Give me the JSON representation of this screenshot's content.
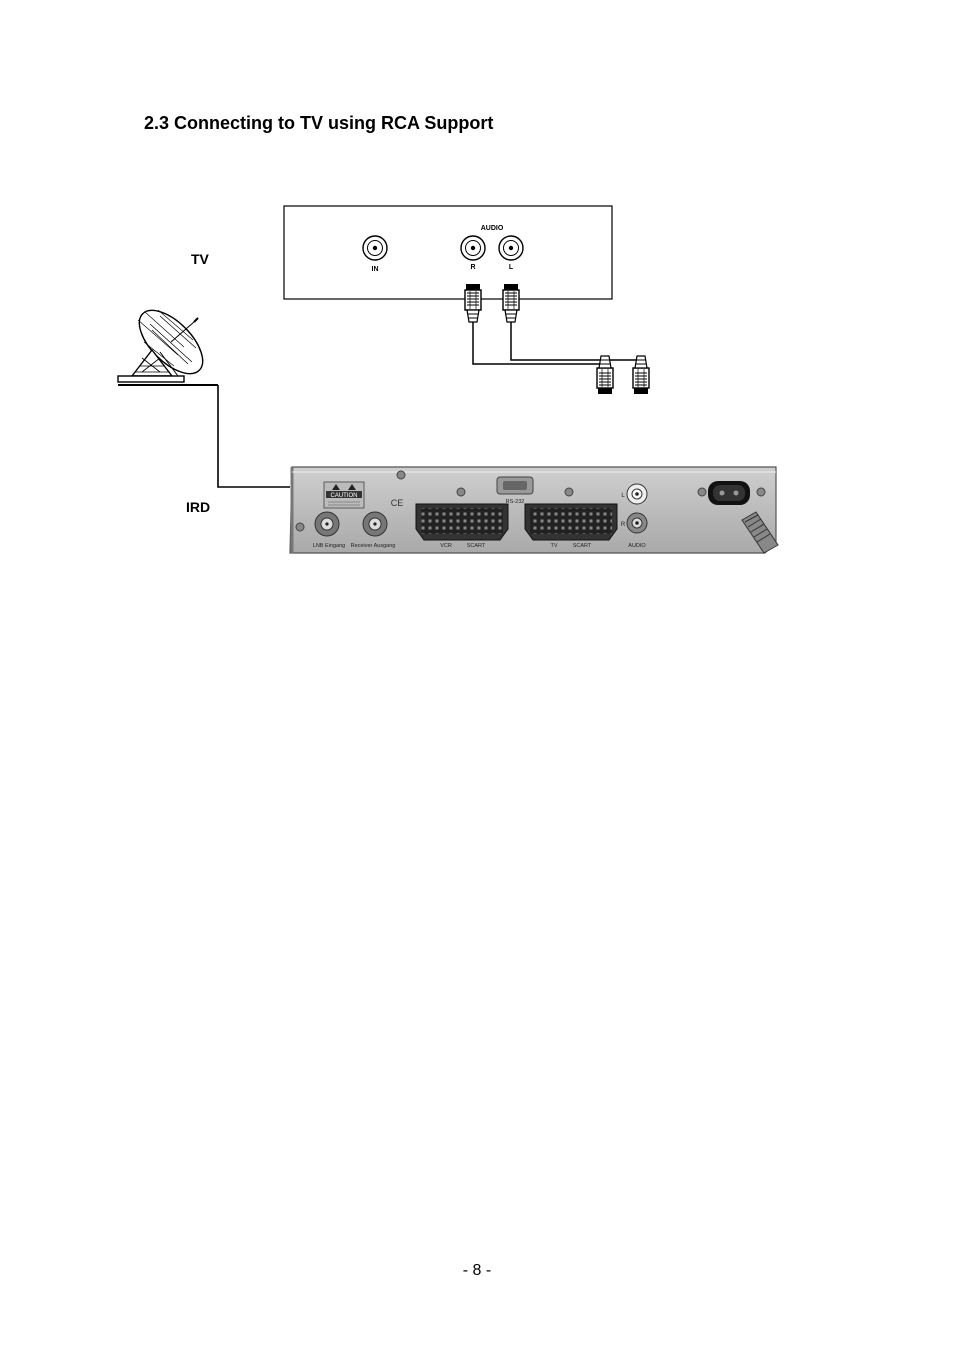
{
  "heading": "2.3 Connecting to TV using RCA Support",
  "labels": {
    "tv": "TV",
    "ird": "IRD"
  },
  "tv_panel": {
    "in": "IN",
    "audio": "AUDIO",
    "r": "R",
    "l": "L"
  },
  "ird_panel": {
    "caution": "CAUTION",
    "rs232": "RS-232",
    "lnb": "LNB Eingang",
    "receiver": "Receiver Ausgang",
    "vcr": "VCR",
    "scart1": "SCART",
    "tv": "TV",
    "scart2": "SCART",
    "audio": "AUDIO",
    "l": "L",
    "r": "R",
    "ce": "CE"
  },
  "page_number": "- 8 -"
}
